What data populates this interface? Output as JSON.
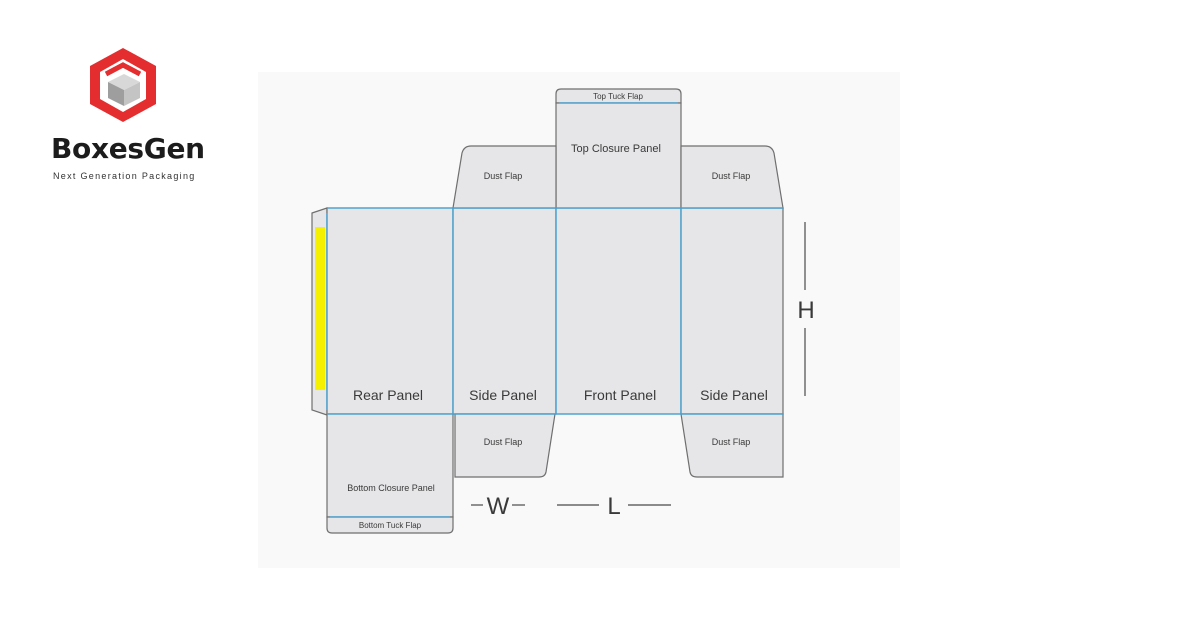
{
  "brand": {
    "name": "BoxesGen",
    "tagline": "Next Generation Packaging"
  },
  "colors": {
    "brand_red": "#e42d2f",
    "panel_fill": "#e6e6e8",
    "panel_stroke": "#6f6f6f",
    "fold_line": "#3da4dc",
    "glue_strip": "#f4f000"
  },
  "diagram": {
    "panels": {
      "rear": "Rear Panel",
      "side_left": "Side Panel",
      "front": "Front Panel",
      "side_right": "Side Panel"
    },
    "flaps": {
      "top_tuck": "Top Tuck Flap",
      "top_closure": "Top Closure Panel",
      "dust_top_left": "Dust Flap",
      "dust_top_right": "Dust Flap",
      "dust_bottom_left": "Dust Flap",
      "dust_bottom_right": "Dust Flap",
      "bottom_closure": "Bottom Closure Panel",
      "bottom_tuck": "Bottom Tuck Flap"
    },
    "dimensions": {
      "width": "W",
      "length": "L",
      "height": "H"
    }
  }
}
